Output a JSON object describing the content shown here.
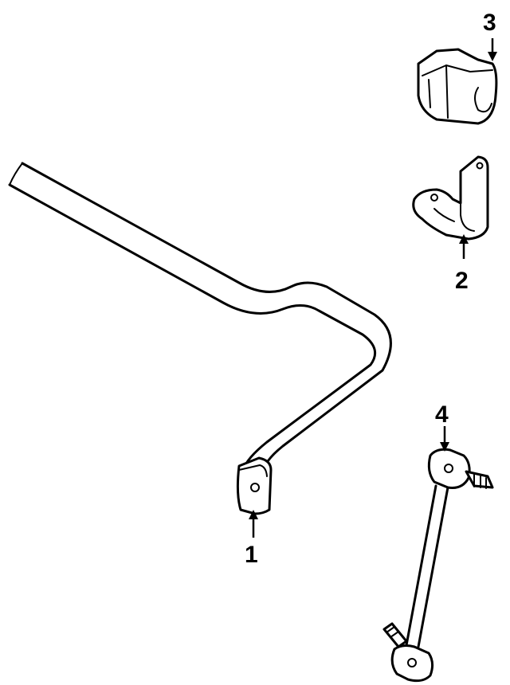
{
  "callouts": {
    "part_1": "1",
    "part_2": "2",
    "part_3": "3",
    "part_4": "4"
  },
  "colors": {
    "ink": "#000000",
    "paper": "#ffffff"
  },
  "icons": {
    "stabilizer_bar": "stabilizer-bar-icon",
    "bracket": "bracket-icon",
    "bushing": "bushing-icon",
    "link": "stabilizer-link-icon"
  }
}
